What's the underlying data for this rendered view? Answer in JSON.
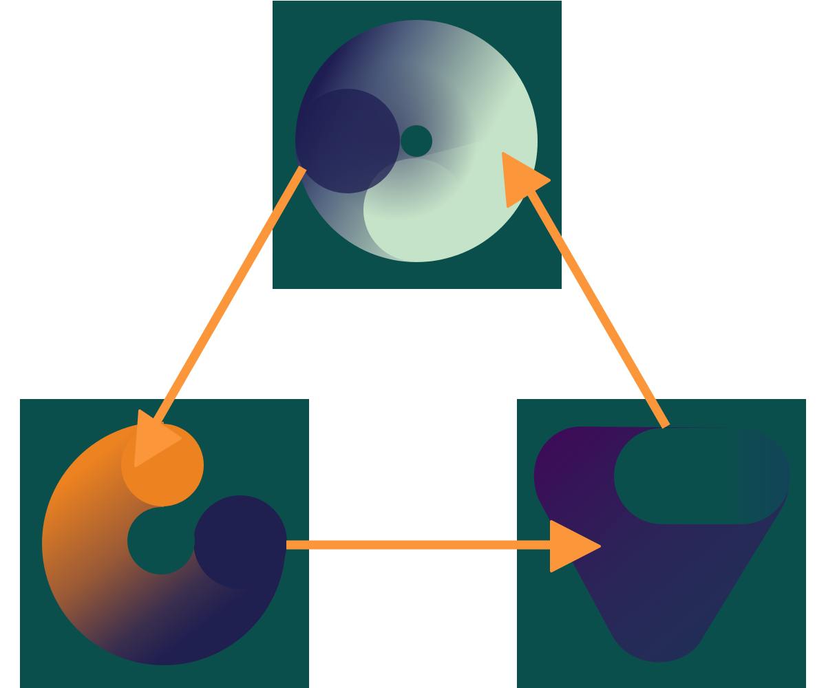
{
  "diagram": {
    "panels": [
      {
        "id": "top",
        "shape": "spiral-ring",
        "gradient": [
          "#1e1d52",
          "#8aa29f",
          "#c5e3c8"
        ],
        "background": "#0b4f4c"
      },
      {
        "id": "bottom-left",
        "shape": "spiral-ring",
        "gradient": [
          "#ec8220",
          "#1f1f50"
        ],
        "background": "#0b4f4c"
      },
      {
        "id": "bottom-right",
        "shape": "triangle-blob",
        "gradient": [
          "#3c0c58",
          "#1b3b58",
          "#0e4a52"
        ],
        "background": "#0b4f4c"
      }
    ],
    "arrows": [
      {
        "from": "top",
        "to": "bottom-left",
        "color": "#fb963b"
      },
      {
        "from": "bottom-left",
        "to": "bottom-right",
        "color": "#fb963b"
      },
      {
        "from": "bottom-right",
        "to": "top",
        "color": "#fb963b"
      }
    ],
    "colors": {
      "panel_bg": "#0b4f4c",
      "arrow": "#fb963b",
      "page_bg": "#ffffff"
    }
  }
}
